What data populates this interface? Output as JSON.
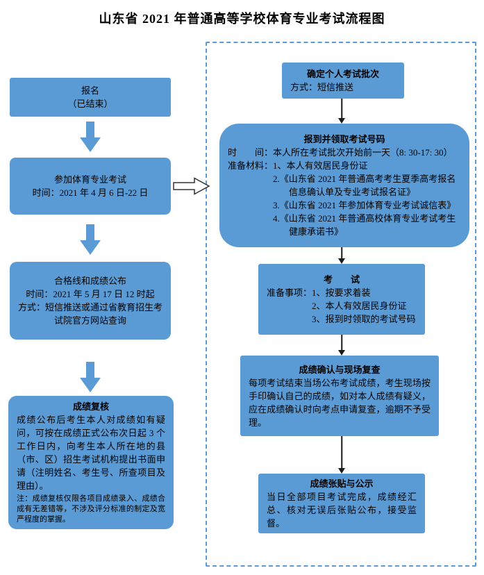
{
  "title": "山东省 2021 年普通高等学校体育专业考试流程图",
  "colors": {
    "box_fill": "#5b9bd5",
    "dashed_border": "#5b9bd5",
    "block_arrow": "#5b9bd5",
    "thin_arrow": "#1a1a1a",
    "text": "#000000"
  },
  "left_column": {
    "registration": {
      "line1": "报名",
      "line2": "（已结束）"
    },
    "exam": {
      "line1": "参加体育专业考试",
      "line2": "时间：2021 年 4 月 6 日-22 日"
    },
    "results": {
      "line1": "合格线和成绩公布",
      "line2": "时间：2021 年 5 月 17 日 12 时起",
      "line3": "方式：短信推送或通过省教育招生考试院官方网站查询"
    },
    "review": {
      "title": "成绩复核",
      "body": "成绩公布后考生本人对成绩如有疑问，可按在成绩正式公布次日起 3 个工作日内，向考生本人所在地的县（市、区）招生考试机构提出书面申请（注明姓名、考生号、所查项目及理由）。",
      "note": "注：成绩复核仅限各项目成绩录入、成绩合成有无差错等，不涉及评分标准的制定及宽严程度的掌握。"
    }
  },
  "right_column": {
    "batch": {
      "title": "确定个人考试批次",
      "line1": "方式：短信推送"
    },
    "checkin": {
      "title": "报到并领取考试号码",
      "line1": "时　　间：本人所在考试批次开始前一天（8: 30-17: 30）",
      "line2": "准备材料：1、本人有效居民身份证",
      "line3": "2.《山东省 2021 年普通高考考生夏季高考报名信息确认单及专业考试报名证》",
      "line4": "3.《山东省 2021 年参加体育专业考试诚信表》",
      "line5": "4.《山东省 2021 年普通高校体育专业考试考生健康承诺书》"
    },
    "exam": {
      "title": "考　　试",
      "line1": "准备事项：1、按要求着装",
      "line2": "2、本人有效居民身份证",
      "line3": "3、报到时领取的考试号码"
    },
    "confirm": {
      "title": "成绩确认与现场复查",
      "body": "每项考试结束当场公布考试成绩，考生现场按手印确认自己的成绩，如对本人成绩有疑义，应在成绩确认时向考点申请复查，逾期不予受理。"
    },
    "publish": {
      "title": "成绩张贴与公示",
      "body": "当日全部项目考试完成，成绩经汇总、核对无误后张贴公布，接受监督。"
    }
  }
}
